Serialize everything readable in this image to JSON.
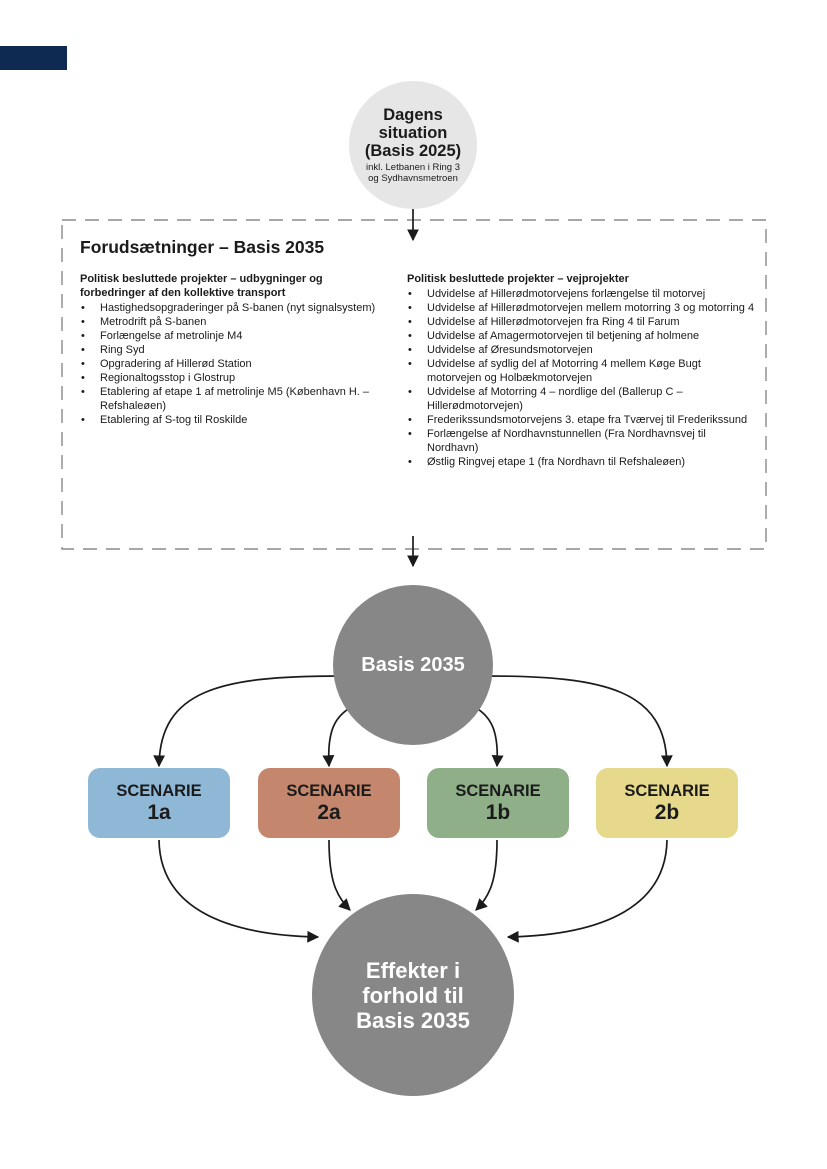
{
  "colors": {
    "corner_tab": "#0f2a52",
    "node_gray": "#878787",
    "start_circle": "#e6e6e6",
    "box_border": "#8a8a8a",
    "arrow": "#1b1b1b"
  },
  "start_node": {
    "title": "Dagens situation (Basis 2025)",
    "subtitle": "inkl. Letbanen i Ring 3 og Sydhavnsmetroen"
  },
  "assumptions": {
    "title": "Forudsætninger – Basis 2035",
    "left": {
      "heading": "Politisk besluttede projekter – udbygninger og forbedringer af den kollektive transport",
      "items": [
        "Hastighedsopgraderinger på S-banen (nyt signalsystem)",
        "Metrodrift på S-banen",
        "Forlængelse af metrolinje M4",
        "Ring Syd",
        "Opgradering af Hillerød Station",
        "Regionaltogsstop i Glostrup",
        "Etablering af etape 1 af metrolinje M5 (København H. – Refshaleøen)",
        "Etablering af S-tog til Roskilde"
      ]
    },
    "right": {
      "heading": "Politisk besluttede projekter – vejprojekter",
      "items": [
        "Udvidelse af Hillerødmotorvejens forlængelse til motorvej",
        "Udvidelse af Hillerødmotorvejen mellem motorring 3 og motorring 4",
        "Udvidelse af Hillerødmotorvejen fra Ring 4 til Farum",
        "Udvidelse af Amagermotorvejen til betjening af holmene",
        "Udvidelse af Øresundsmotorvejen",
        "Udvidelse af sydlig del af Motorring 4 mellem Køge Bugt motorvejen og Holbækmotorvejen",
        "Udvidelse af Motorring 4 – nordlige del (Ballerup C – Hillerødmotorvejen)",
        "Frederikssundsmotorvejens 3. etape fra Tværvej til Frederikssund",
        "Forlængelse af Nordhavnstunnellen (Fra Nordhavnsvej til Nordhavn)",
        "Østlig Ringvej etape 1 (fra Nordhavn til Refshaleøen)"
      ]
    }
  },
  "basis_node": {
    "label": "Basis 2035"
  },
  "scenarios": [
    {
      "name": "SCENARIE",
      "code": "1a",
      "color": "#8fb8d6"
    },
    {
      "name": "SCENARIE",
      "code": "2a",
      "color": "#c4866c"
    },
    {
      "name": "SCENARIE",
      "code": "1b",
      "color": "#8faf88"
    },
    {
      "name": "SCENARIE",
      "code": "2b",
      "color": "#e6d98c"
    }
  ],
  "result_node": {
    "label": "Effekter i forhold til Basis 2035"
  }
}
